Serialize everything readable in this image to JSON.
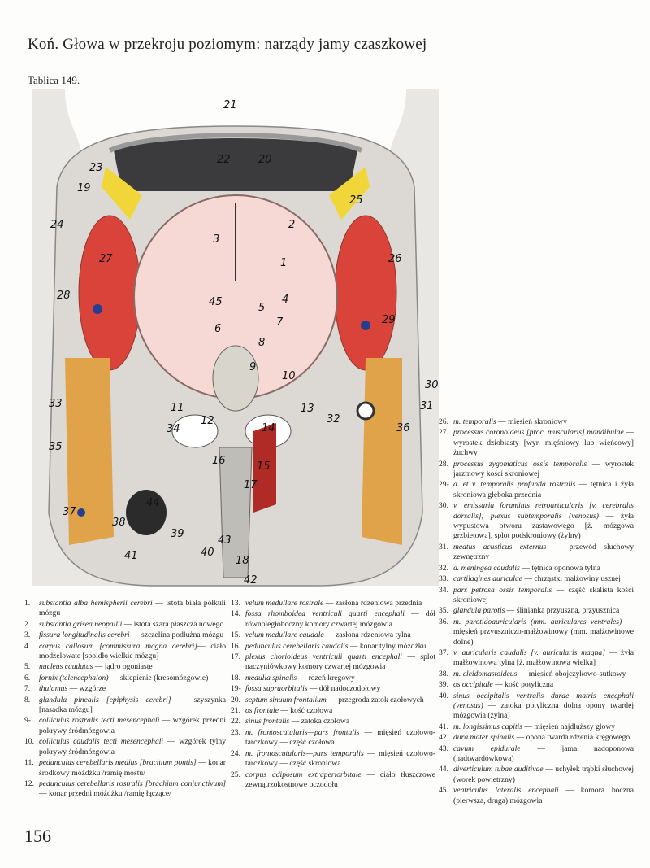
{
  "header": {
    "title": "Koń. Głowa w przekroju poziomym: narządy jamy czaszkowej",
    "plate": "Tablica 149.",
    "page_number": "156"
  },
  "figure": {
    "callouts": [
      "21",
      "22",
      "20",
      "23",
      "19",
      "25",
      "2",
      "3",
      "24",
      "27",
      "26",
      "1",
      "28",
      "45",
      "5",
      "4",
      "29",
      "6",
      "7",
      "8",
      "9",
      "10",
      "30",
      "33",
      "11",
      "13",
      "31",
      "12",
      "14",
      "32",
      "34",
      "36",
      "35",
      "16",
      "15",
      "17",
      "44",
      "37",
      "38",
      "39",
      "43",
      "40",
      "41",
      "18",
      "42"
    ]
  },
  "legend": {
    "col1": [
      {
        "n": "1.",
        "latin": "substantia alba hemispherii cerebri",
        "polish": " — istota biała półkuli mózgu"
      },
      {
        "n": "2.",
        "latin": "substantia grisea neopallii",
        "polish": " — istota szara płaszcza nowego"
      },
      {
        "n": "3.",
        "latin": "fissura longitudinalis cerebri",
        "polish": " — szczelina podłużna mózgu"
      },
      {
        "n": "4.",
        "latin": "corpus callosum [commissura magna cerebri]",
        "polish": "— ciało modzelowate [spoidło wielkie mózgu]"
      },
      {
        "n": "5.",
        "latin": "nucleus caudatus",
        "polish": " — jądro ogoniaste"
      },
      {
        "n": "6.",
        "latin": "fornix (telencephalon)",
        "polish": " — sklepienie (kresomózgowie)"
      },
      {
        "n": "7.",
        "latin": "thalamus",
        "polish": " — wzgórze"
      },
      {
        "n": "8.",
        "latin": "glandula pinealis [epiphysis cerebri]",
        "polish": " — szyszynka [nasadka mózgu]"
      },
      {
        "n": "9-",
        "latin": "colliculus rostralis tecti mesencephali",
        "polish": " — wzgórek przedni pokrywy śródmózgowia"
      },
      {
        "n": "10.",
        "latin": "colliculus caudalis tecti mesencephali",
        "polish": " — wzgórek tylny pokrywy śródmózgowia"
      },
      {
        "n": "11.",
        "latin": "pedunculus cerebellaris medius [brachium pontis]",
        "polish": " — konar środkowy móżdżku /ramię mostu/"
      },
      {
        "n": "12.",
        "latin": "pedunculus cerebellaris rostralis [brachium conjunctivum]",
        "polish": " — konar przedni móżdżku /ramię łączące/"
      }
    ],
    "col2": [
      {
        "n": "13.",
        "latin": "velum medullare rostrale",
        "polish": " — zasłona rdzeniowa przednia"
      },
      {
        "n": "14.",
        "latin": "fossa rhomboidea ventriculi quarti encephali",
        "polish": " — dół równoległoboczny komory czwartej mózgowia"
      },
      {
        "n": "15.",
        "latin": "velum medullare caudale",
        "polish": " — zasłona rdzeniowa tylna"
      },
      {
        "n": "16.",
        "latin": "pedunculus cerebellaris caudalis",
        "polish": " — konar tylny móżdżku"
      },
      {
        "n": "17.",
        "latin": "plexus chorioideus ventriculi quarti encephali",
        "polish": " — splot naczyniówkowy komory czwartej mózgowia"
      },
      {
        "n": "18.",
        "latin": "medulla spinalis",
        "polish": " — rdzeń kręgowy"
      },
      {
        "n": "19-",
        "latin": "fossa supraorbitalis",
        "polish": " — dół nadoczodołowy"
      },
      {
        "n": "20.",
        "latin": "septum sinuum frontalium",
        "polish": " — przegroda zatok czołowych"
      },
      {
        "n": "21.",
        "latin": "os frontale",
        "polish": " — kość czołowa"
      },
      {
        "n": "22.",
        "latin": "sinus frontalis",
        "polish": " — zatoka czołowa"
      },
      {
        "n": "23.",
        "latin": "m. frontoscutularis—pars frontalis",
        "polish": " — mięsień czołowo-tarczkowy — część czołowa"
      },
      {
        "n": "24.",
        "latin": "m. frontoscutularis—pars temporalis",
        "polish": " — mięsień czołowo-tarczkowy — część skroniowa"
      },
      {
        "n": "25.",
        "latin": "corpus adiposum extraperiorbitale",
        "polish": " — ciało tłuszczowe zewnątrzokostnowe oczodołu"
      }
    ],
    "col3": [
      {
        "n": "26.",
        "latin": "m. temporalis",
        "polish": " — mięsień skroniowy"
      },
      {
        "n": "27.",
        "latin": "processus coronoideus [proc. muscularis] mandibulae",
        "polish": " — wyrostek dziobiasty [wyr. mięśniowy lub wieńcowy] żuchwy"
      },
      {
        "n": "28.",
        "latin": "processus zygomaticus ossis temporalis",
        "polish": " — wyrostek jarzmowy kości skroniowej"
      },
      {
        "n": "29-",
        "latin": "a. et v. temporalis profunda rostralis",
        "polish": " — tętnica i żyła skroniowa głęboka przednia"
      },
      {
        "n": "30.",
        "latin": "v. emissaria foraminis retroarticularis [v. cerebralis dorsalis], plexus subtemporalis (venosus)",
        "polish": " — żyła wypustowa otworu zastawowego [ż. mózgowa grzbietowa], splot podskroniowy (żylny)"
      },
      {
        "n": "31.",
        "latin": "meatus acusticus externus",
        "polish": " — przewód słuchowy zewnętrzny"
      },
      {
        "n": "32.",
        "latin": "a. meningea caudalis",
        "polish": " — tętnica oponowa tylna"
      },
      {
        "n": "33.",
        "latin": "cartilagines auriculae",
        "polish": " — chrząstki małżowiny usznej"
      },
      {
        "n": "34.",
        "latin": "pars petrosa ossis temporalis",
        "polish": " — część skalista kości skroniowej"
      },
      {
        "n": "35.",
        "latin": "glandula parotis",
        "polish": " — ślinianka przyuszna, przyusznica"
      },
      {
        "n": "36.",
        "latin": "m. parotidoauricularis (mm. auriculares ventrales)",
        "polish": " — mięsień przyuszniczo-małżowinowy (mm. małżowinowe dolne)"
      },
      {
        "n": "37.",
        "latin": "v. auricularis caudalis [v. auricularis magna]",
        "polish": " — żyła małżowinowa tylna [ż. małżowinowa wielka]"
      },
      {
        "n": "38.",
        "latin": "m. cleidomastoideus",
        "polish": " — mięsień obojczykowo-sutkowy"
      },
      {
        "n": "39.",
        "latin": "os occipitale",
        "polish": " — kość potyliczna"
      },
      {
        "n": "40.",
        "latin": "sinus occipitalis ventralis durae matris encephali (venosus)",
        "polish": " — zatoka potyliczna dolna opony twardej mózgowia (żylna)"
      },
      {
        "n": "41.",
        "latin": "m. longissimus capitis",
        "polish": " — mięsień najdłuższy głowy"
      },
      {
        "n": "42.",
        "latin": "dura mater spinalis",
        "polish": " — opona twarda rdzenia kręgowego"
      },
      {
        "n": "43.",
        "latin": "cavum epidurale",
        "polish": " — jama nadoponowa (nadtwardówkowa)"
      },
      {
        "n": "44.",
        "latin": "diverticulum tubae auditivae",
        "polish": " — uchyłek trąbki słuchowej (worek powietrzny)"
      },
      {
        "n": "45.",
        "latin": "ventriculus lateralis encephali",
        "polish": " — komora boczna (pierwsza, druga) mózgowia"
      }
    ]
  }
}
